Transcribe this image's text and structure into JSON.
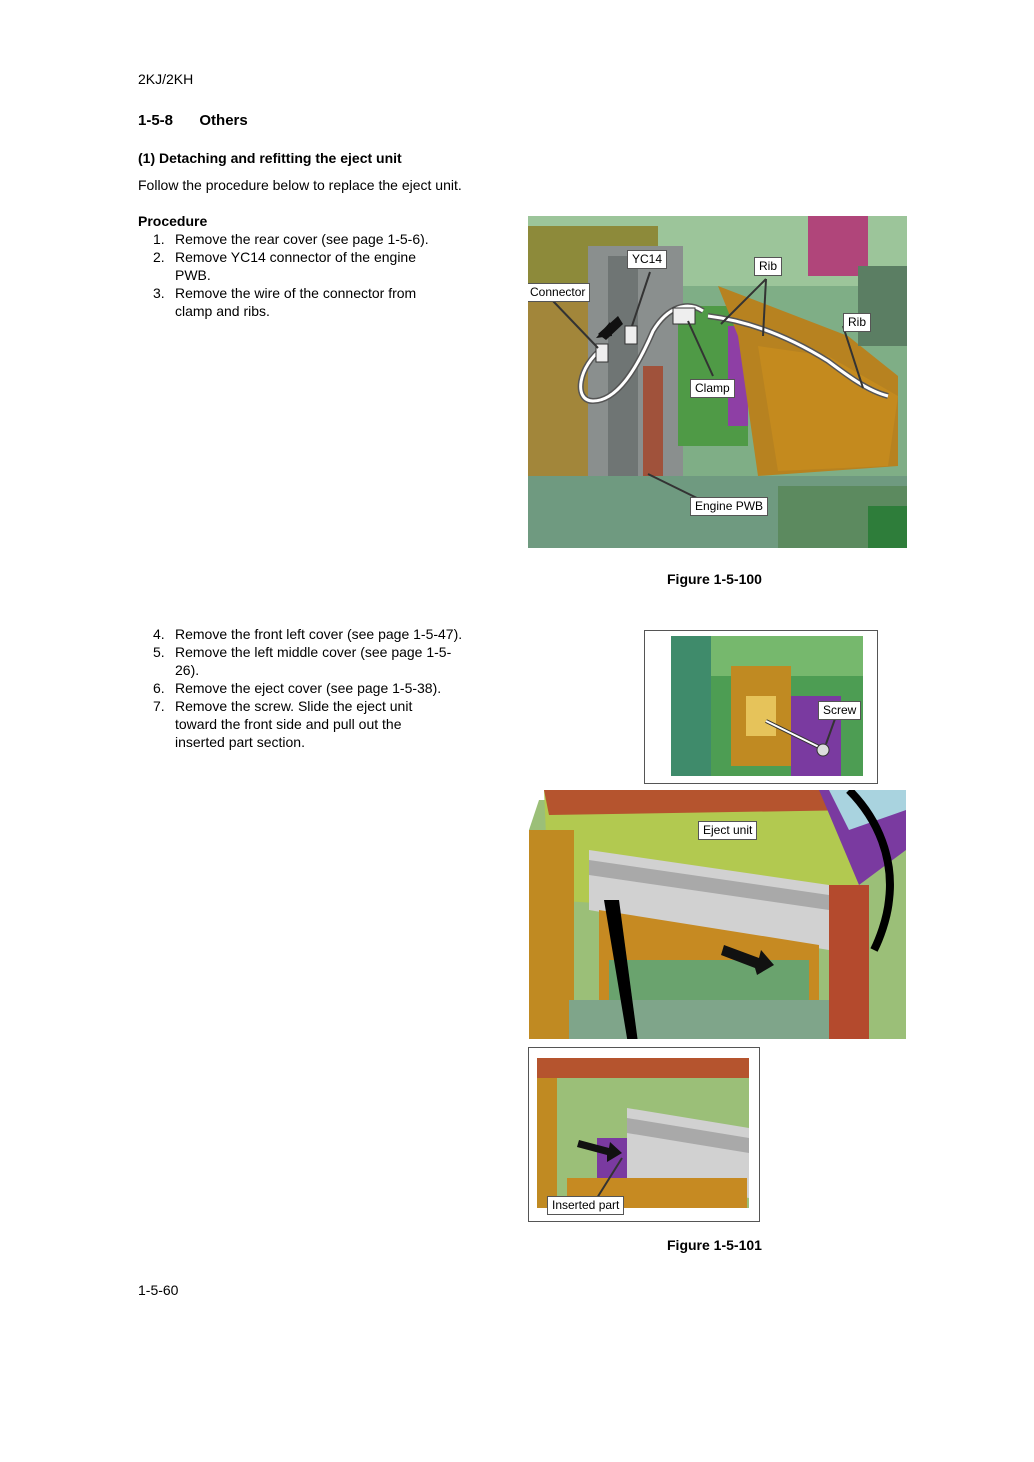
{
  "header": {
    "model": "2KJ/2KH"
  },
  "section": {
    "number": "1-5-8",
    "title": "Others"
  },
  "subsection": {
    "title": "(1) Detaching and refitting the eject unit"
  },
  "intro": "Follow the procedure below to replace the eject unit.",
  "procedure": {
    "heading": "Procedure",
    "steps_a": [
      {
        "num": "1.",
        "text": "Remove the rear cover (see page 1-5-6)."
      },
      {
        "num": "2.",
        "text": "Remove YC14 connector of the engine PWB."
      },
      {
        "num": "3.",
        "text": "Remove the wire of the connector from clamp and ribs."
      }
    ],
    "steps_b": [
      {
        "num": "4.",
        "text": "Remove the front left cover (see page 1-5-47)."
      },
      {
        "num": "5.",
        "text": "Remove the left middle cover (see page 1-5-26)."
      },
      {
        "num": "6.",
        "text": "Remove the eject cover (see page 1-5-38)."
      },
      {
        "num": "7.",
        "text": "Remove the screw. Slide the eject unit toward the front side and pull out the inserted part section."
      }
    ]
  },
  "figure1": {
    "caption": "Figure 1-5-100",
    "labels": {
      "yc14": "YC14",
      "rib1": "Rib",
      "connector": "Connector",
      "rib2": "Rib",
      "clamp": "Clamp",
      "engine_pwb": "Engine PWB"
    }
  },
  "figure2": {
    "caption": "Figure 1-5-101",
    "labels": {
      "screw": "Screw",
      "eject_unit": "Eject unit",
      "inserted_part": "Inserted part"
    }
  },
  "footer": {
    "page": "1-5-60"
  }
}
